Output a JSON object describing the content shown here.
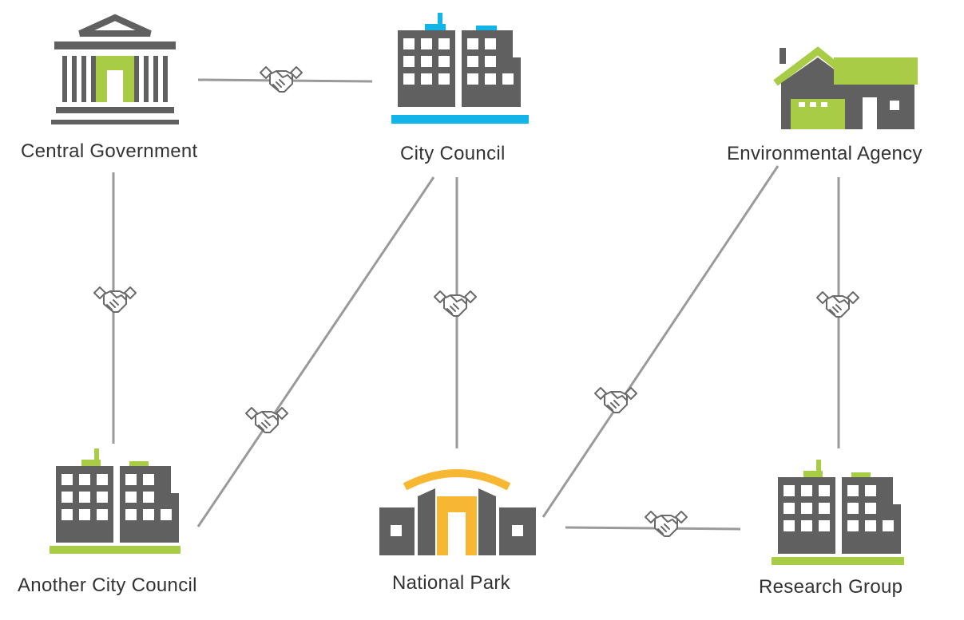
{
  "colors": {
    "building_gray": "#606060",
    "window_white": "#ffffff",
    "connector_gray": "#9a9a9a",
    "handshake_stroke": "#6a6a6a",
    "accent_green": "#a8cc45",
    "accent_blue": "#12b5e8",
    "accent_yellow": "#f7b733"
  },
  "nodes": {
    "central_government": {
      "label": "Central Government",
      "icon": "government-building-icon"
    },
    "city_council": {
      "label": "City Council",
      "icon": "office-building-icon"
    },
    "environmental_agency": {
      "label": "Environmental Agency",
      "icon": "house-icon"
    },
    "another_city_council": {
      "label": "Another City Council",
      "icon": "office-building-icon"
    },
    "national_park": {
      "label": "National Park",
      "icon": "park-entrance-icon"
    },
    "research_group": {
      "label": "Research Group",
      "icon": "office-building-icon"
    }
  },
  "connections": [
    {
      "from": "central_government",
      "to": "city_council",
      "icon": "handshake-icon"
    },
    {
      "from": "central_government",
      "to": "another_city_council",
      "icon": "handshake-icon"
    },
    {
      "from": "city_council",
      "to": "another_city_council",
      "icon": "handshake-icon"
    },
    {
      "from": "city_council",
      "to": "national_park",
      "icon": "handshake-icon"
    },
    {
      "from": "environmental_agency",
      "to": "national_park",
      "icon": "handshake-icon"
    },
    {
      "from": "environmental_agency",
      "to": "research_group",
      "icon": "handshake-icon"
    },
    {
      "from": "national_park",
      "to": "research_group",
      "icon": "handshake-icon"
    }
  ]
}
